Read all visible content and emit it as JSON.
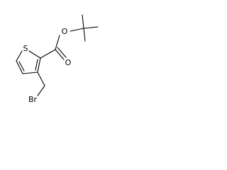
{
  "molecule": {
    "atoms": {
      "sulfur": "S",
      "carbonyl_oxygen": "O",
      "ester_oxygen": "O",
      "bromine": "Br"
    }
  }
}
